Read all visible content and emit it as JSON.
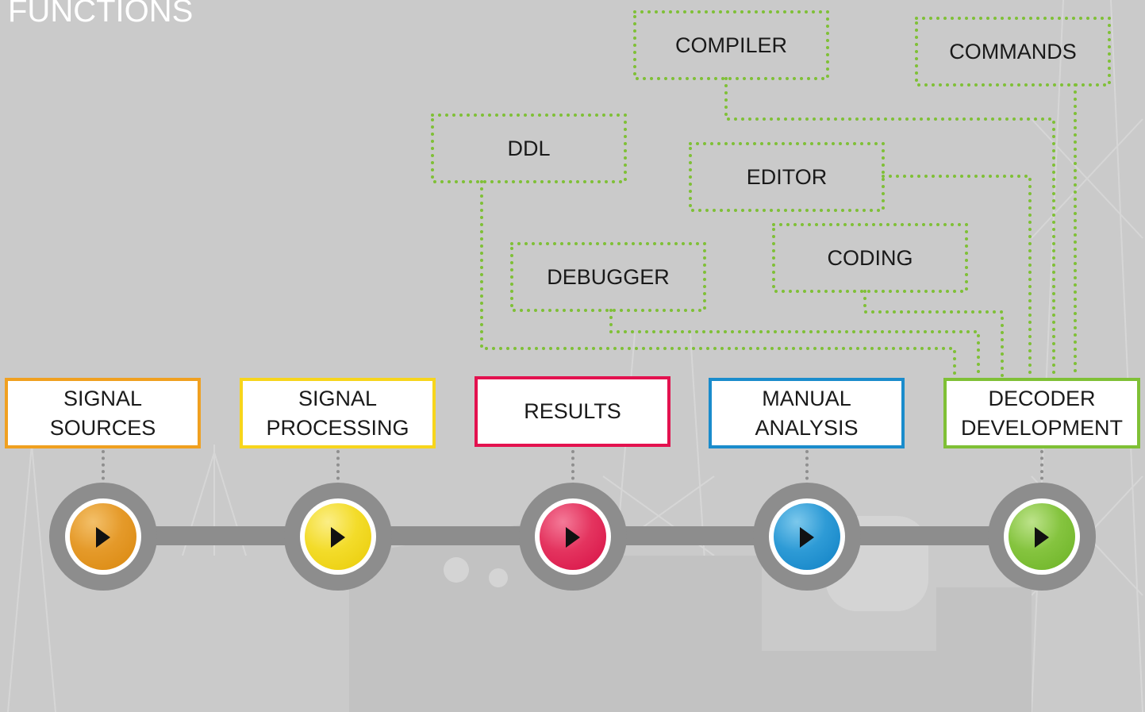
{
  "title": "FUNCTIONS",
  "colors": {
    "background": "#cacaca",
    "connector": "#7fc036",
    "timeline": "#8d8d8d"
  },
  "functions": [
    {
      "id": "compiler",
      "label": "COMPILER"
    },
    {
      "id": "commands",
      "label": "COMMANDS"
    },
    {
      "id": "ddl",
      "label": "DDL"
    },
    {
      "id": "editor",
      "label": "EDITOR"
    },
    {
      "id": "coding",
      "label": "CODING"
    },
    {
      "id": "debugger",
      "label": "DEBUGGER"
    }
  ],
  "categories": [
    {
      "id": "signal-sources",
      "line1": "SIGNAL",
      "line2": "SOURCES",
      "color": "#f0a020",
      "ball_light": "#f3c06a",
      "ball_dark": "#d9870d",
      "icon": "play-icon"
    },
    {
      "id": "signal-processing",
      "line1": "SIGNAL",
      "line2": "PROCESSING",
      "color": "#f7d51c",
      "ball_light": "#fbee86",
      "ball_dark": "#e9cb08",
      "icon": "play-icon"
    },
    {
      "id": "results",
      "line1": "RESULTS",
      "line2": "",
      "color": "#e3124f",
      "ball_light": "#f47a98",
      "ball_dark": "#d70f45",
      "icon": "play-icon"
    },
    {
      "id": "manual-analysis",
      "line1": "MANUAL",
      "line2": "ANALYSIS",
      "color": "#1a8ccc",
      "ball_light": "#7cc8ec",
      "ball_dark": "#0f80c4",
      "icon": "play-icon"
    },
    {
      "id": "decoder-development",
      "line1": "DECODER",
      "line2": "DEVELOPMENT",
      "color": "#7fc036",
      "ball_light": "#bde38b",
      "ball_dark": "#6bb225",
      "icon": "play-icon"
    }
  ]
}
